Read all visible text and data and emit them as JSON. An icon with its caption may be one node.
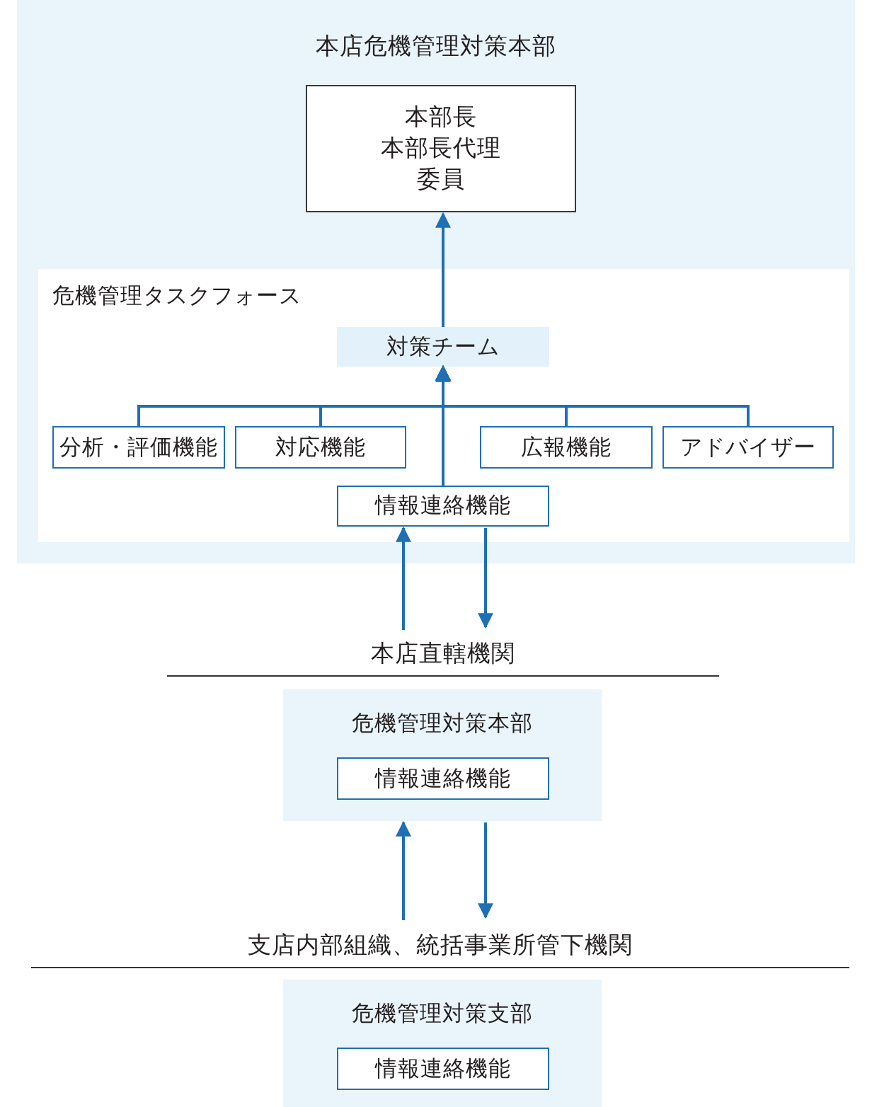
{
  "diagram": {
    "nodes": [
      {
        "text": [
          "本店危機管理対策本部"
        ]
      },
      {
        "text": [
          "本部長",
          "本部長代理",
          "委員"
        ],
        "in": 0
      },
      {
        "text": [
          "危機管理タスクフォース"
        ],
        "in": 0
      },
      {
        "text": [
          "対策チーム"
        ],
        "in": 2
      },
      {
        "text": [
          "分析・評価機能"
        ],
        "in": 2
      },
      {
        "text": [
          "対応機能"
        ],
        "in": 2
      },
      {
        "text": [
          "広報機能"
        ],
        "in": 2
      },
      {
        "text": [
          "アドバイザー"
        ],
        "in": 2
      },
      {
        "text": [
          "情報連絡機能"
        ],
        "in": 2
      },
      {
        "text": [
          "本店直轄機関"
        ]
      },
      {
        "text": [
          "危機管理対策本部"
        ]
      },
      {
        "text": [
          "情報連絡機能"
        ],
        "in": 10
      },
      {
        "text": [
          "支店内部組織、統括事業所管下機関"
        ]
      },
      {
        "text": [
          "危機管理対策支部"
        ]
      },
      {
        "text": [
          "情報連絡機能"
        ],
        "in": 13
      }
    ],
    "edges": [
      {
        "from": 3,
        "to": 1,
        "arrow": "to"
      },
      {
        "from": 4,
        "to": 3,
        "arrow": "to"
      },
      {
        "from": 5,
        "to": 3,
        "arrow": "to"
      },
      {
        "from": 6,
        "to": 3,
        "arrow": "to"
      },
      {
        "from": 7,
        "to": 3,
        "arrow": "to"
      },
      {
        "from": 8,
        "to": 3,
        "arrow": "to"
      },
      {
        "from": 9,
        "to": 8,
        "arrow": "to"
      },
      {
        "from": 8,
        "to": 9,
        "arrow": "to"
      },
      {
        "from": 12,
        "to": 10,
        "arrow": "to"
      },
      {
        "from": 10,
        "to": 12,
        "arrow": "to"
      }
    ]
  }
}
